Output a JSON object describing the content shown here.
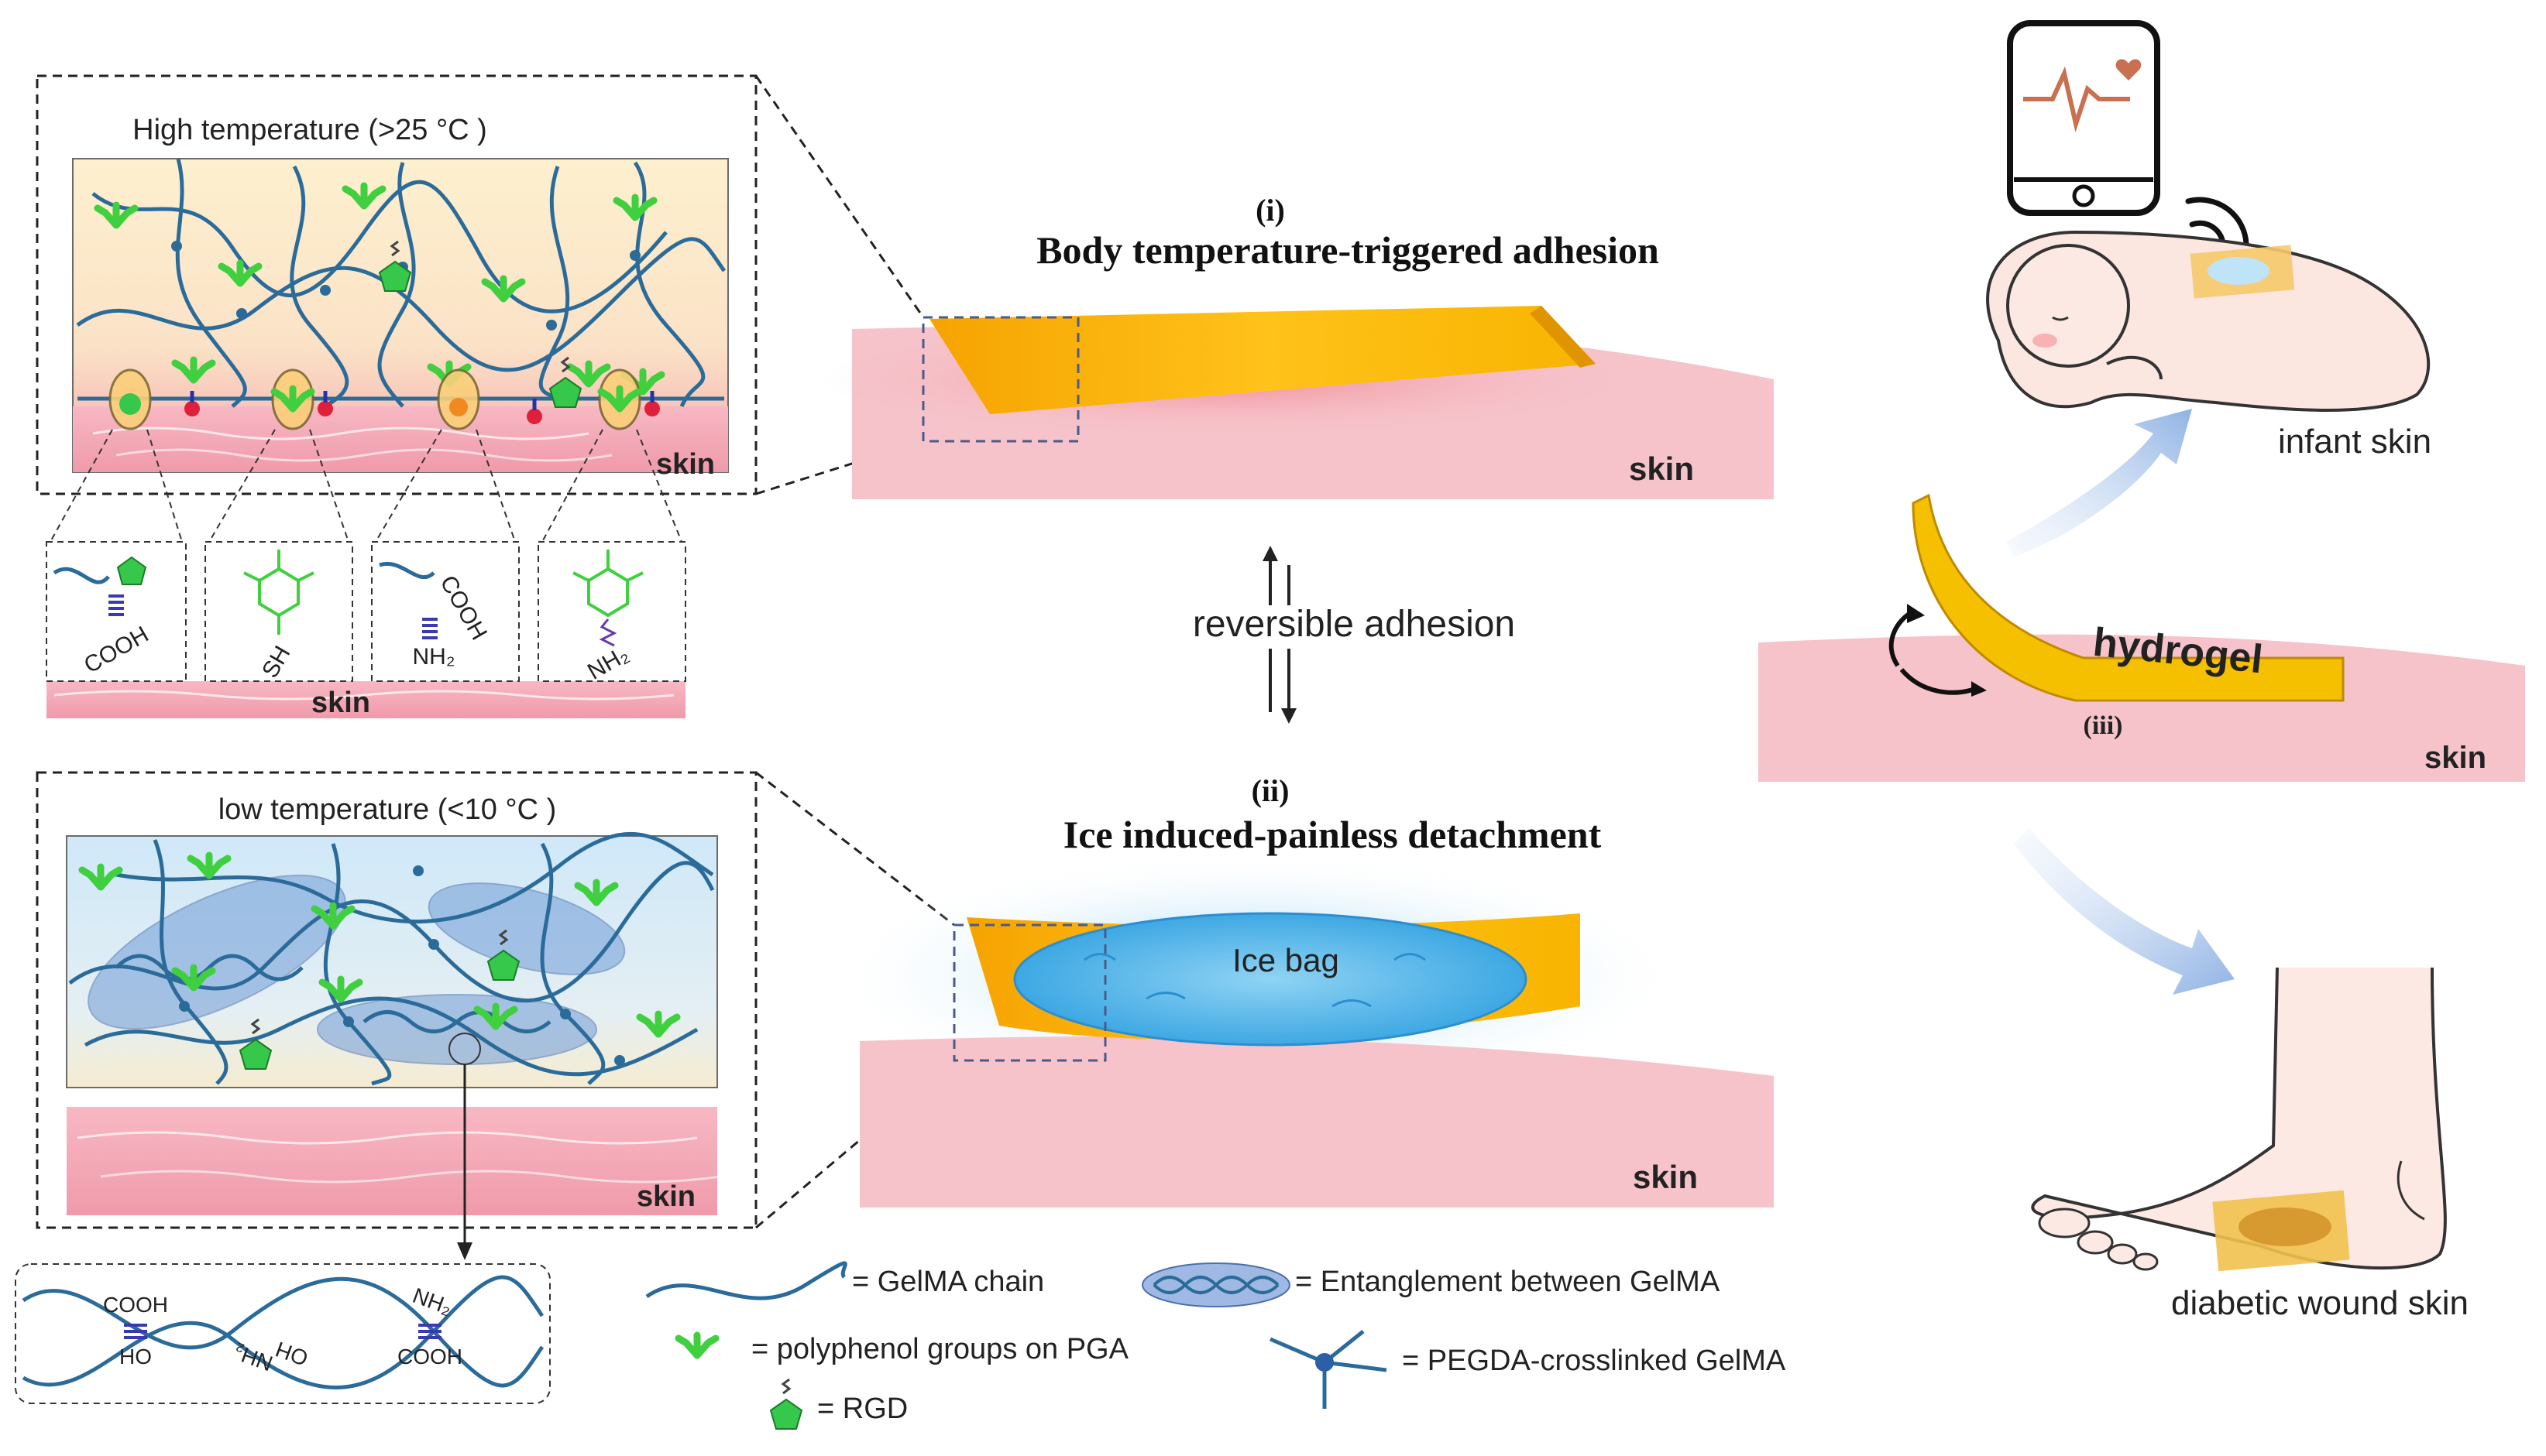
{
  "panels": {
    "high": {
      "title": "High temperature (>25 °C )",
      "skin": "skin"
    },
    "low": {
      "title": "low temperature (<10 °C )",
      "skin": "skin"
    },
    "groups": {
      "cooh": "COOH",
      "sh": "SH",
      "nh2": "NH₂",
      "skin": "skin"
    },
    "entangle": {
      "cooh1": "COOH",
      "ho1": "HO",
      "nh2a": "NH₂",
      "oh": "OH",
      "nh2b": "NH₂",
      "cooh2": "COOH"
    }
  },
  "center": {
    "i": {
      "num": "(i)",
      "title": "Body temperature-triggered adhesion",
      "skin": "skin"
    },
    "rev": "reversible adhesion",
    "ii": {
      "num": "(ii)",
      "title": "Ice induced-painless detachment",
      "ice": "Ice bag",
      "skin": "skin"
    }
  },
  "right": {
    "infant": "infant skin",
    "hydrogel": "hydrogel",
    "iii": "(iii)",
    "skin": "skin",
    "diabetic": "diabetic wound skin"
  },
  "legend": {
    "gelma": "= GelMA chain",
    "polyphenol": "= polyphenol groups on PGA",
    "rgd": "= RGD",
    "entangle": "= Entanglement between GelMA",
    "pegda": "= PEGDA-crosslinked GelMA"
  },
  "colors": {
    "chain": "#2b6b9a",
    "polyphenol": "#3fcf3f",
    "skin": "#f2a7b5",
    "patch": "#f5b800",
    "ice": "#bfe6f7"
  }
}
